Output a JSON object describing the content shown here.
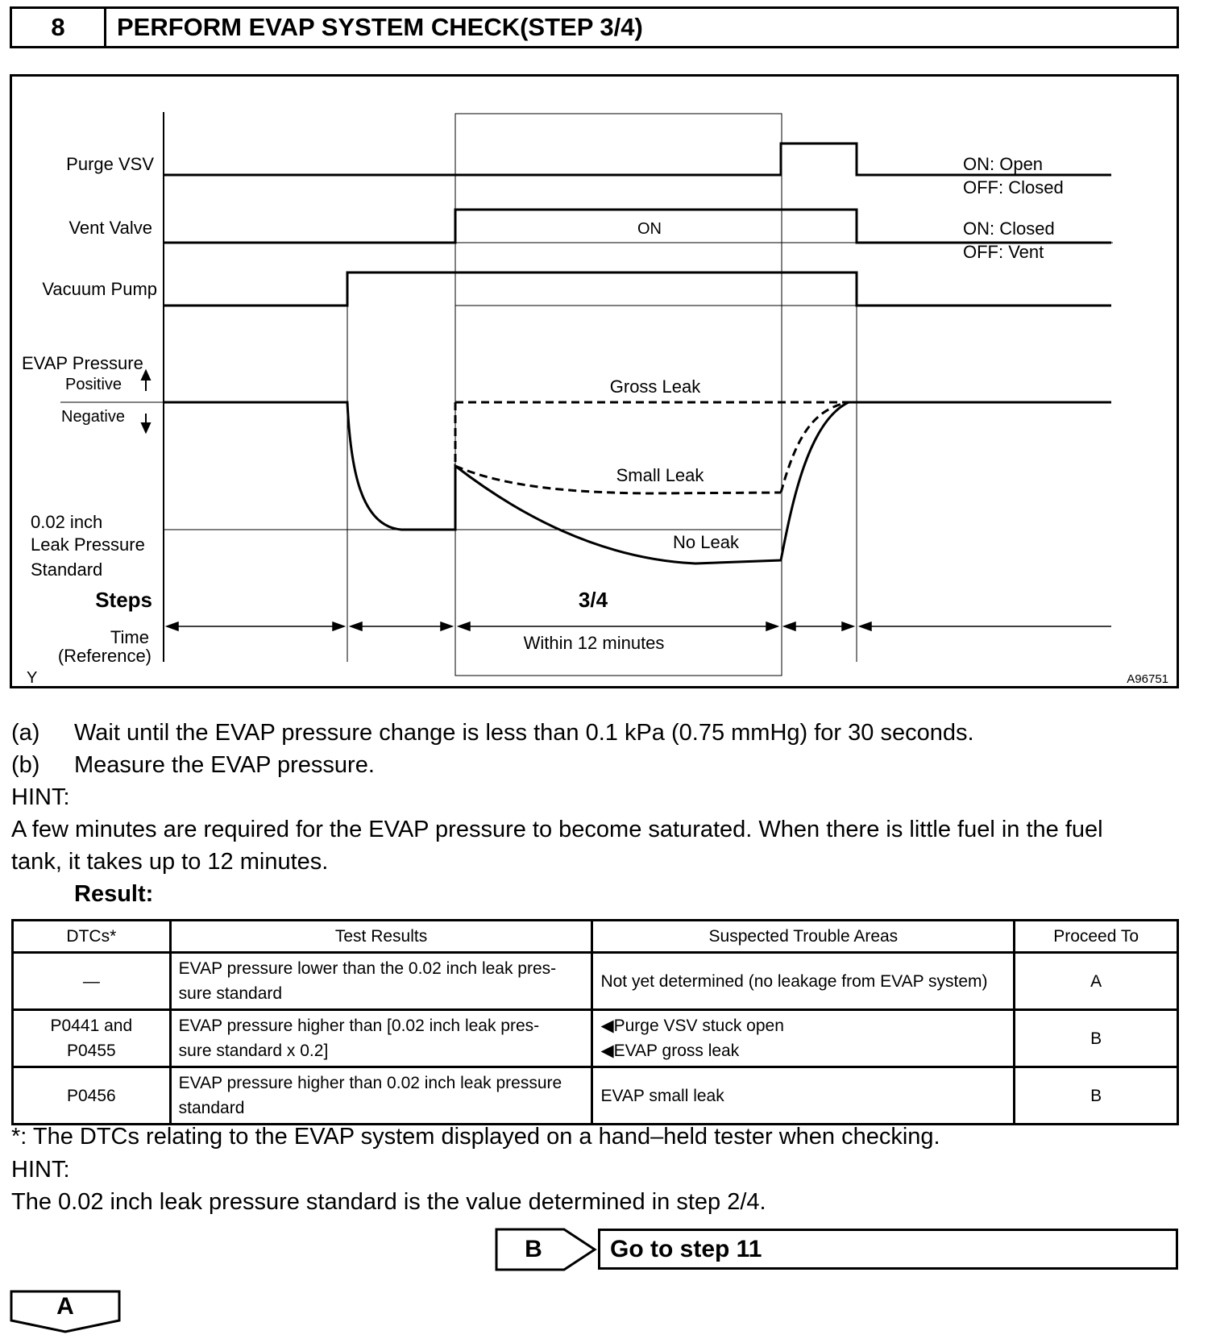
{
  "step": {
    "number": "8",
    "title": "PERFORM EVAP SYSTEM CHECK(STEP 3/4)"
  },
  "diagram": {
    "signals": {
      "purge_vsv": "Purge VSV",
      "vent_valve": "Vent Valve",
      "vacuum_pump": "Vacuum Pump",
      "evap_pressure": "EVAP Pressure",
      "positive": "Positive",
      "negative": "Negative",
      "leak_standard": [
        "0.02 inch",
        "Leak Pressure",
        "Standard"
      ],
      "steps": "Steps",
      "time": [
        "Time",
        "(Reference)"
      ]
    },
    "states": {
      "purge_on": "ON: Open",
      "purge_off": "OFF: Closed",
      "vent_on": "ON: Closed",
      "vent_off": "OFF: Vent",
      "vent_mid": "ON"
    },
    "curves": {
      "gross": "Gross Leak",
      "small": "Small Leak",
      "none": "No Leak"
    },
    "step_label": "3/4",
    "duration": "Within 12 minutes",
    "corner_left": "Y",
    "figure_id": "A96751"
  },
  "instructions": [
    {
      "label": "(a)",
      "text": "Wait until the EVAP pressure change is less than 0.1 kPa (0.75 mmHg) for 30 seconds."
    },
    {
      "label": "(b)",
      "text": "Measure the EVAP pressure."
    }
  ],
  "hint1": {
    "label": "HINT:",
    "lines": [
      "A few minutes are required for the EVAP pressure to become saturated. When there is little fuel in the fuel",
      "tank, it takes up to 12 minutes."
    ]
  },
  "result_label": "Result:",
  "table": {
    "headers": [
      "DTCs*",
      "Test Results",
      "Suspected Trouble Areas",
      "Proceed To"
    ],
    "rows": [
      {
        "dtc": [
          "—"
        ],
        "test": [
          "EVAP pressure lower than the 0.02 inch leak pres-",
          "sure standard"
        ],
        "areas": [
          "Not yet determined (no leakage from EVAP system)"
        ],
        "proceed": "A"
      },
      {
        "dtc": [
          "P0441 and",
          "P0455"
        ],
        "test": [
          "EVAP pressure higher than [0.02 inch leak pres-",
          "sure standard x 0.2]"
        ],
        "areas": [
          "Purge VSV stuck open",
          "EVAP gross leak"
        ],
        "proceed": "B"
      },
      {
        "dtc": [
          "P0456"
        ],
        "test": [
          "EVAP pressure higher than 0.02 inch leak pressure",
          "standard"
        ],
        "areas": [
          "EVAP small leak"
        ],
        "proceed": "B"
      }
    ]
  },
  "footnote": "*: The DTCs relating to the EVAP system displayed on a hand–held tester when checking.",
  "hint2": {
    "label": "HINT:",
    "text": "The 0.02 inch leak pressure standard is the value determined in step 2/4."
  },
  "goto": {
    "option": "B",
    "text": "Go to step 11"
  },
  "next_option": "A"
}
